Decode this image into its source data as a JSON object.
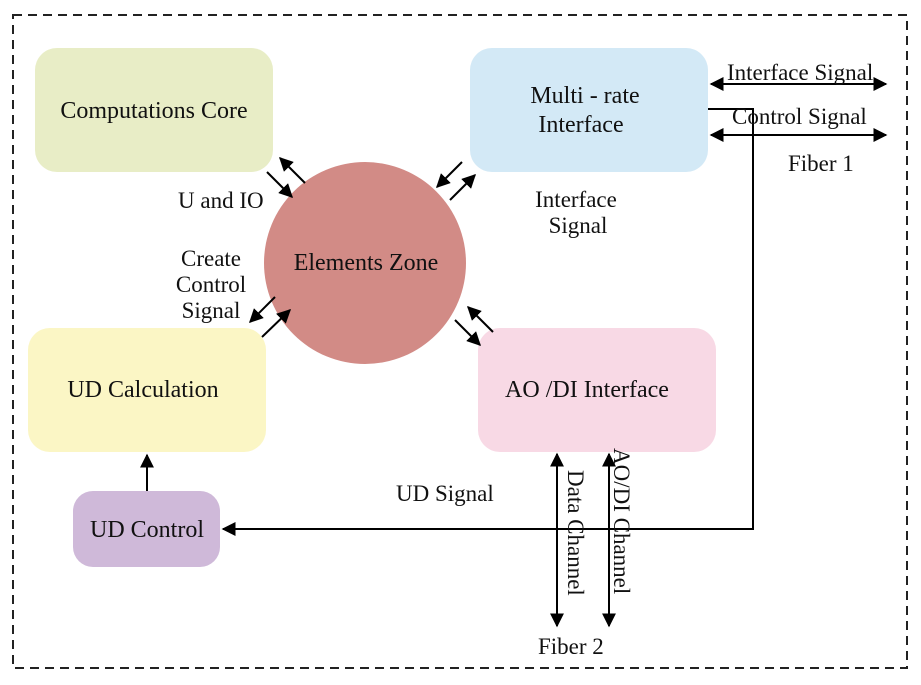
{
  "nodes": {
    "computations_core": {
      "label": "Computations Core",
      "color": "#e8edc6"
    },
    "multirate_interface": {
      "label_line1": "Multi - rate",
      "label_line2": "Interface",
      "color": "#d3e9f6"
    },
    "elements_zone": {
      "label": "Elements Zone",
      "color": "#d28b86"
    },
    "ud_calculation": {
      "label": "UD Calculation",
      "color": "#fbf6c5"
    },
    "aodi_interface": {
      "label": "AO /DI Interface",
      "color": "#f8d9e5"
    },
    "ud_control": {
      "label": "UD Control",
      "color": "#cfb9d9"
    }
  },
  "edge_labels": {
    "u_and_io": "U and IO",
    "create_control_signal": [
      "Create",
      "Control",
      "Signal"
    ],
    "interface_signal_center": [
      "Interface",
      "Signal"
    ],
    "interface_signal_right": "Interface Signal",
    "control_signal_right": "Control Signal",
    "fiber1": "Fiber 1",
    "ud_signal": "UD Signal",
    "data_channel": "Data Channel",
    "aodi_channel": "AO/DI Channel",
    "fiber2": "Fiber 2"
  }
}
